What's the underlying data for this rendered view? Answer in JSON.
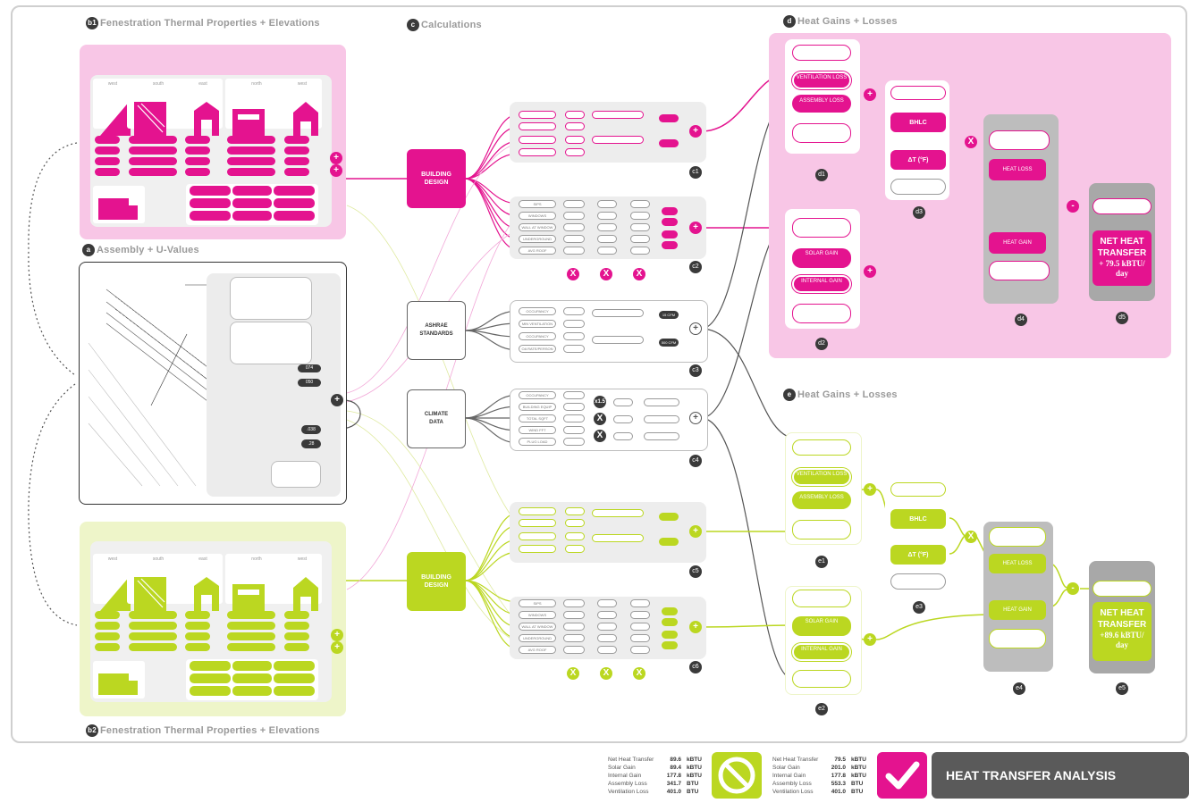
{
  "sections": {
    "b1": {
      "badge": "b1",
      "title": "Fenestration Thermal Properties + Elevations"
    },
    "a": {
      "badge": "a",
      "title": "Assembly + U-Values"
    },
    "b2": {
      "badge": "b2",
      "title": "Fenestration Thermal Properties + Elevations"
    },
    "c": {
      "badge": "c",
      "title": "Calculations"
    },
    "d": {
      "badge": "d",
      "title": "Heat Gains + Losses"
    },
    "e": {
      "badge": "e",
      "title": "Heat Gains + Losses"
    }
  },
  "elevations": {
    "labels": [
      "west",
      "south",
      "east",
      "north",
      "west"
    ]
  },
  "nodes": {
    "building_design_1": "BUILDING\nDESIGN",
    "ashrae": "ASHRAE\nSTANDARDS",
    "climate": "CLIMATE\nDATA",
    "building_design_2": "BUILDING\nDESIGN"
  },
  "operators": {
    "plus": "+",
    "times": "X",
    "minus": "-"
  },
  "calc_labels": [
    "c1",
    "c2",
    "c3",
    "c4",
    "c5",
    "c6"
  ],
  "d_labels": [
    "d1",
    "d2",
    "d3",
    "d4",
    "d5"
  ],
  "e_labels": [
    "e1",
    "e2",
    "e3",
    "e4",
    "e5"
  ],
  "heat_d": {
    "ventilation_loss": "VENTILATION LOSS",
    "assembly_loss": "ASSEMBLY LOSS",
    "solar_gain": "SOLAR GAIN",
    "internal_gain": "INTERNAL GAIN",
    "bhlc": "BHLC",
    "delta_t": "ΔT (°F)",
    "heat_loss": "HEAT LOSS",
    "heat_gain": "HEAT GAIN",
    "net_title": "NET HEAT\nTRANSFER",
    "net_value": "+ 79.5 kBTU/\nday"
  },
  "heat_e": {
    "ventilation_loss": "VENTILATION LOSS",
    "assembly_loss": "ASSEMBLY LOSS",
    "solar_gain": "SOLAR GAIN",
    "internal_gain": "INTERNAL GAIN",
    "bhlc": "BHLC",
    "delta_t": "ΔT (°F)",
    "heat_loss": "HEAT LOSS",
    "heat_gain": "HEAT GAIN",
    "net_title": "NET HEAT\nTRANSFER",
    "net_value": "+89.6 kBTU/\nday"
  },
  "assembly_values": {
    "v1": "074",
    "v2": "050",
    "v3": ".038",
    "v4": ".28"
  },
  "calc_rows_c2": [
    "SIPS",
    "WINDOWS",
    "WALL AT WINDOW",
    "UNDERGROUND",
    "AVG ROOF"
  ],
  "calc_rows_c3": [
    "OCCUPANCY",
    "MIN VENTILATION",
    "OCCUPANCY",
    "OA RATE/PERSON"
  ],
  "calc_rows_c4": [
    "OCCUPANCY",
    "BUILDING EQUIP",
    "TOTAL SQFT",
    "WIND FFT",
    "PLUG LOAD"
  ],
  "c3_results": [
    "15 CFM",
    "500 CFM"
  ],
  "c4_multipliers": [
    "x1.5"
  ],
  "legend_left": {
    "rows": [
      {
        "k": "Net Heat Transfer",
        "n": "89.6",
        "u": "kBTU"
      },
      {
        "k": "Solar Gain",
        "n": "89.4",
        "u": "kBTU"
      },
      {
        "k": "Internal Gain",
        "n": "177.8",
        "u": "kBTU"
      },
      {
        "k": "Assembly Loss",
        "n": "341.7",
        "u": "BTU"
      },
      {
        "k": "Ventilation Loss",
        "n": "401.0",
        "u": "BTU"
      }
    ]
  },
  "legend_right": {
    "rows": [
      {
        "k": "Net Heat Transfer",
        "n": "79.5",
        "u": "kBTU"
      },
      {
        "k": "Solar Gain",
        "n": "201.0",
        "u": "kBTU"
      },
      {
        "k": "Internal Gain",
        "n": "177.8",
        "u": "kBTU"
      },
      {
        "k": "Assembly Loss",
        "n": "553.3",
        "u": "BTU"
      },
      {
        "k": "Ventilation Loss",
        "n": "401.0",
        "u": "BTU"
      }
    ]
  },
  "banner": {
    "title": "HEAT TRANSFER ANALYSIS"
  },
  "colors": {
    "magenta": "#e4138f",
    "pink_bg": "#f8c6e6",
    "lime": "#bbd721",
    "lime_bg": "#eef5c9",
    "dark": "#3a3a3a",
    "gray": "#5a5a5a"
  },
  "icons": {
    "reject": "no-entry-icon",
    "accept": "checkmark-icon"
  }
}
